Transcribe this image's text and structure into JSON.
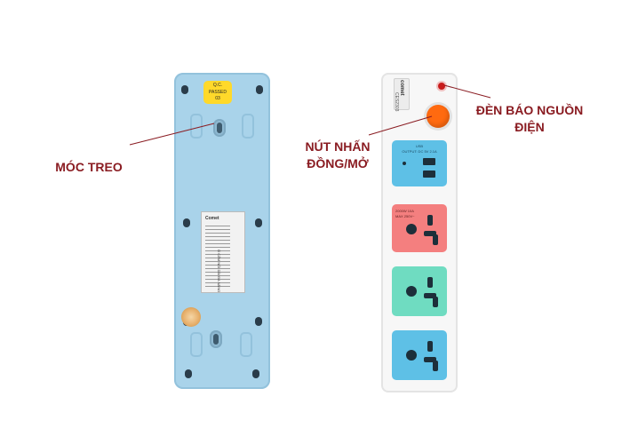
{
  "labels": {
    "hook": "MÓC TREO",
    "switch_line1": "NÚT NHẤN",
    "switch_line2": "ĐỒNG/MỞ",
    "indicator_line1": "ĐÈN BÁO NGUỒN",
    "indicator_line2": "ĐIỆN"
  },
  "back_panel": {
    "qc_sticker": [
      "Q.C.",
      "PASSED",
      "03"
    ],
    "spec_sticker_brand": "Comet",
    "spec_sticker_title": "Ổ CẮM NỐI DÀI ĐA NĂNG"
  },
  "front_panel": {
    "brand": "comet",
    "model": "CES2303",
    "usb_title": "USB",
    "usb_output": "OUTPUT: DC 5V 2.1A",
    "socket_rating_1": "2000W 10A",
    "socket_rating_2": "MAX 250V~"
  },
  "colors": {
    "label": "#8a1c22",
    "back_body": "#a9d3ea",
    "socket_blue": "#5ec0e6",
    "socket_pink": "#f47f7f",
    "socket_green": "#6fdcc1",
    "switch_orange": "#ff6a10"
  }
}
